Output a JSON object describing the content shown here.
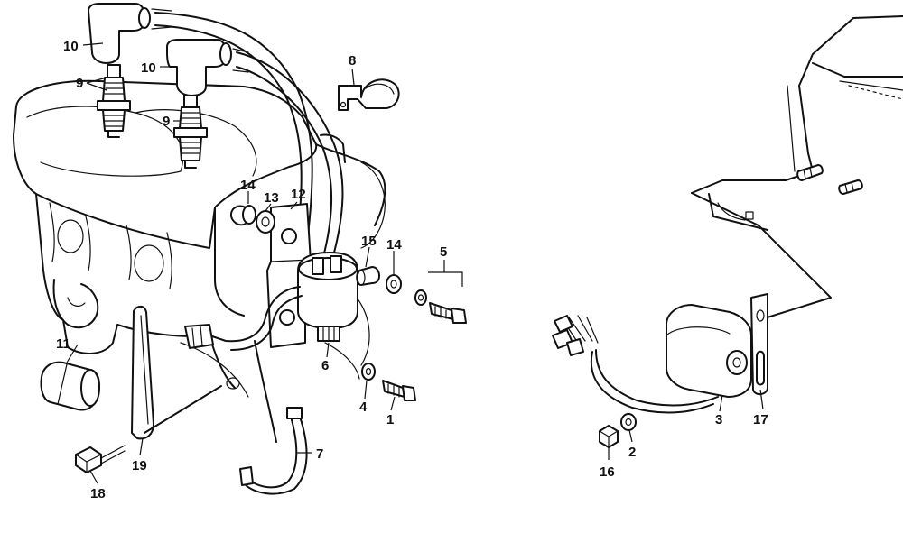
{
  "callouts": [
    {
      "id": "c1",
      "number": "1"
    },
    {
      "id": "c2",
      "number": "2"
    },
    {
      "id": "c3",
      "number": "3"
    },
    {
      "id": "c4",
      "number": "4"
    },
    {
      "id": "c5",
      "number": "5"
    },
    {
      "id": "c6",
      "number": "6"
    },
    {
      "id": "c7",
      "number": "7"
    },
    {
      "id": "c8",
      "number": "8"
    },
    {
      "id": "c9a",
      "number": "9"
    },
    {
      "id": "c9b",
      "number": "9"
    },
    {
      "id": "c10a",
      "number": "10"
    },
    {
      "id": "c10b",
      "number": "10"
    },
    {
      "id": "c11",
      "number": "11"
    },
    {
      "id": "c12",
      "number": "12"
    },
    {
      "id": "c13",
      "number": "13"
    },
    {
      "id": "c14a",
      "number": "14"
    },
    {
      "id": "c14b",
      "number": "14"
    },
    {
      "id": "c15",
      "number": "15"
    },
    {
      "id": "c16",
      "number": "16"
    },
    {
      "id": "c17",
      "number": "17"
    },
    {
      "id": "c18",
      "number": "18"
    },
    {
      "id": "c19",
      "number": "19"
    }
  ]
}
